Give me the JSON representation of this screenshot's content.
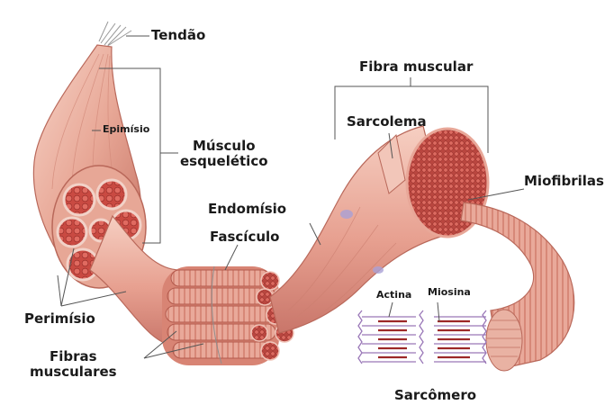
{
  "labels": {
    "tendao": "Tendão",
    "epimisio": "Epimísio",
    "musculo_esqueletico_line1": "Músculo",
    "musculo_esqueletico_line2": "esquelético",
    "fibra_muscular": "Fibra muscular",
    "sarcolema": "Sarcolema",
    "miofibrilas": "Miofibrilas",
    "endomisio": "Endomísio",
    "fasciculo": "Fascículo",
    "actina": "Actina",
    "miosina": "Miosina",
    "perimisio": "Perimísio",
    "fibras_musculares_line1": "Fibras",
    "fibras_musculares_line2": "musculares",
    "sarcomero": "Sarcômero"
  },
  "colors": {
    "muscle_light": "#f3c2b5",
    "muscle_mid": "#e29a88",
    "muscle_dark": "#b85a4c",
    "fiber_red": "#c4473f",
    "myosin_red": "#9c2828",
    "actin_purple": "#9a78b8",
    "lines": "#555555"
  }
}
